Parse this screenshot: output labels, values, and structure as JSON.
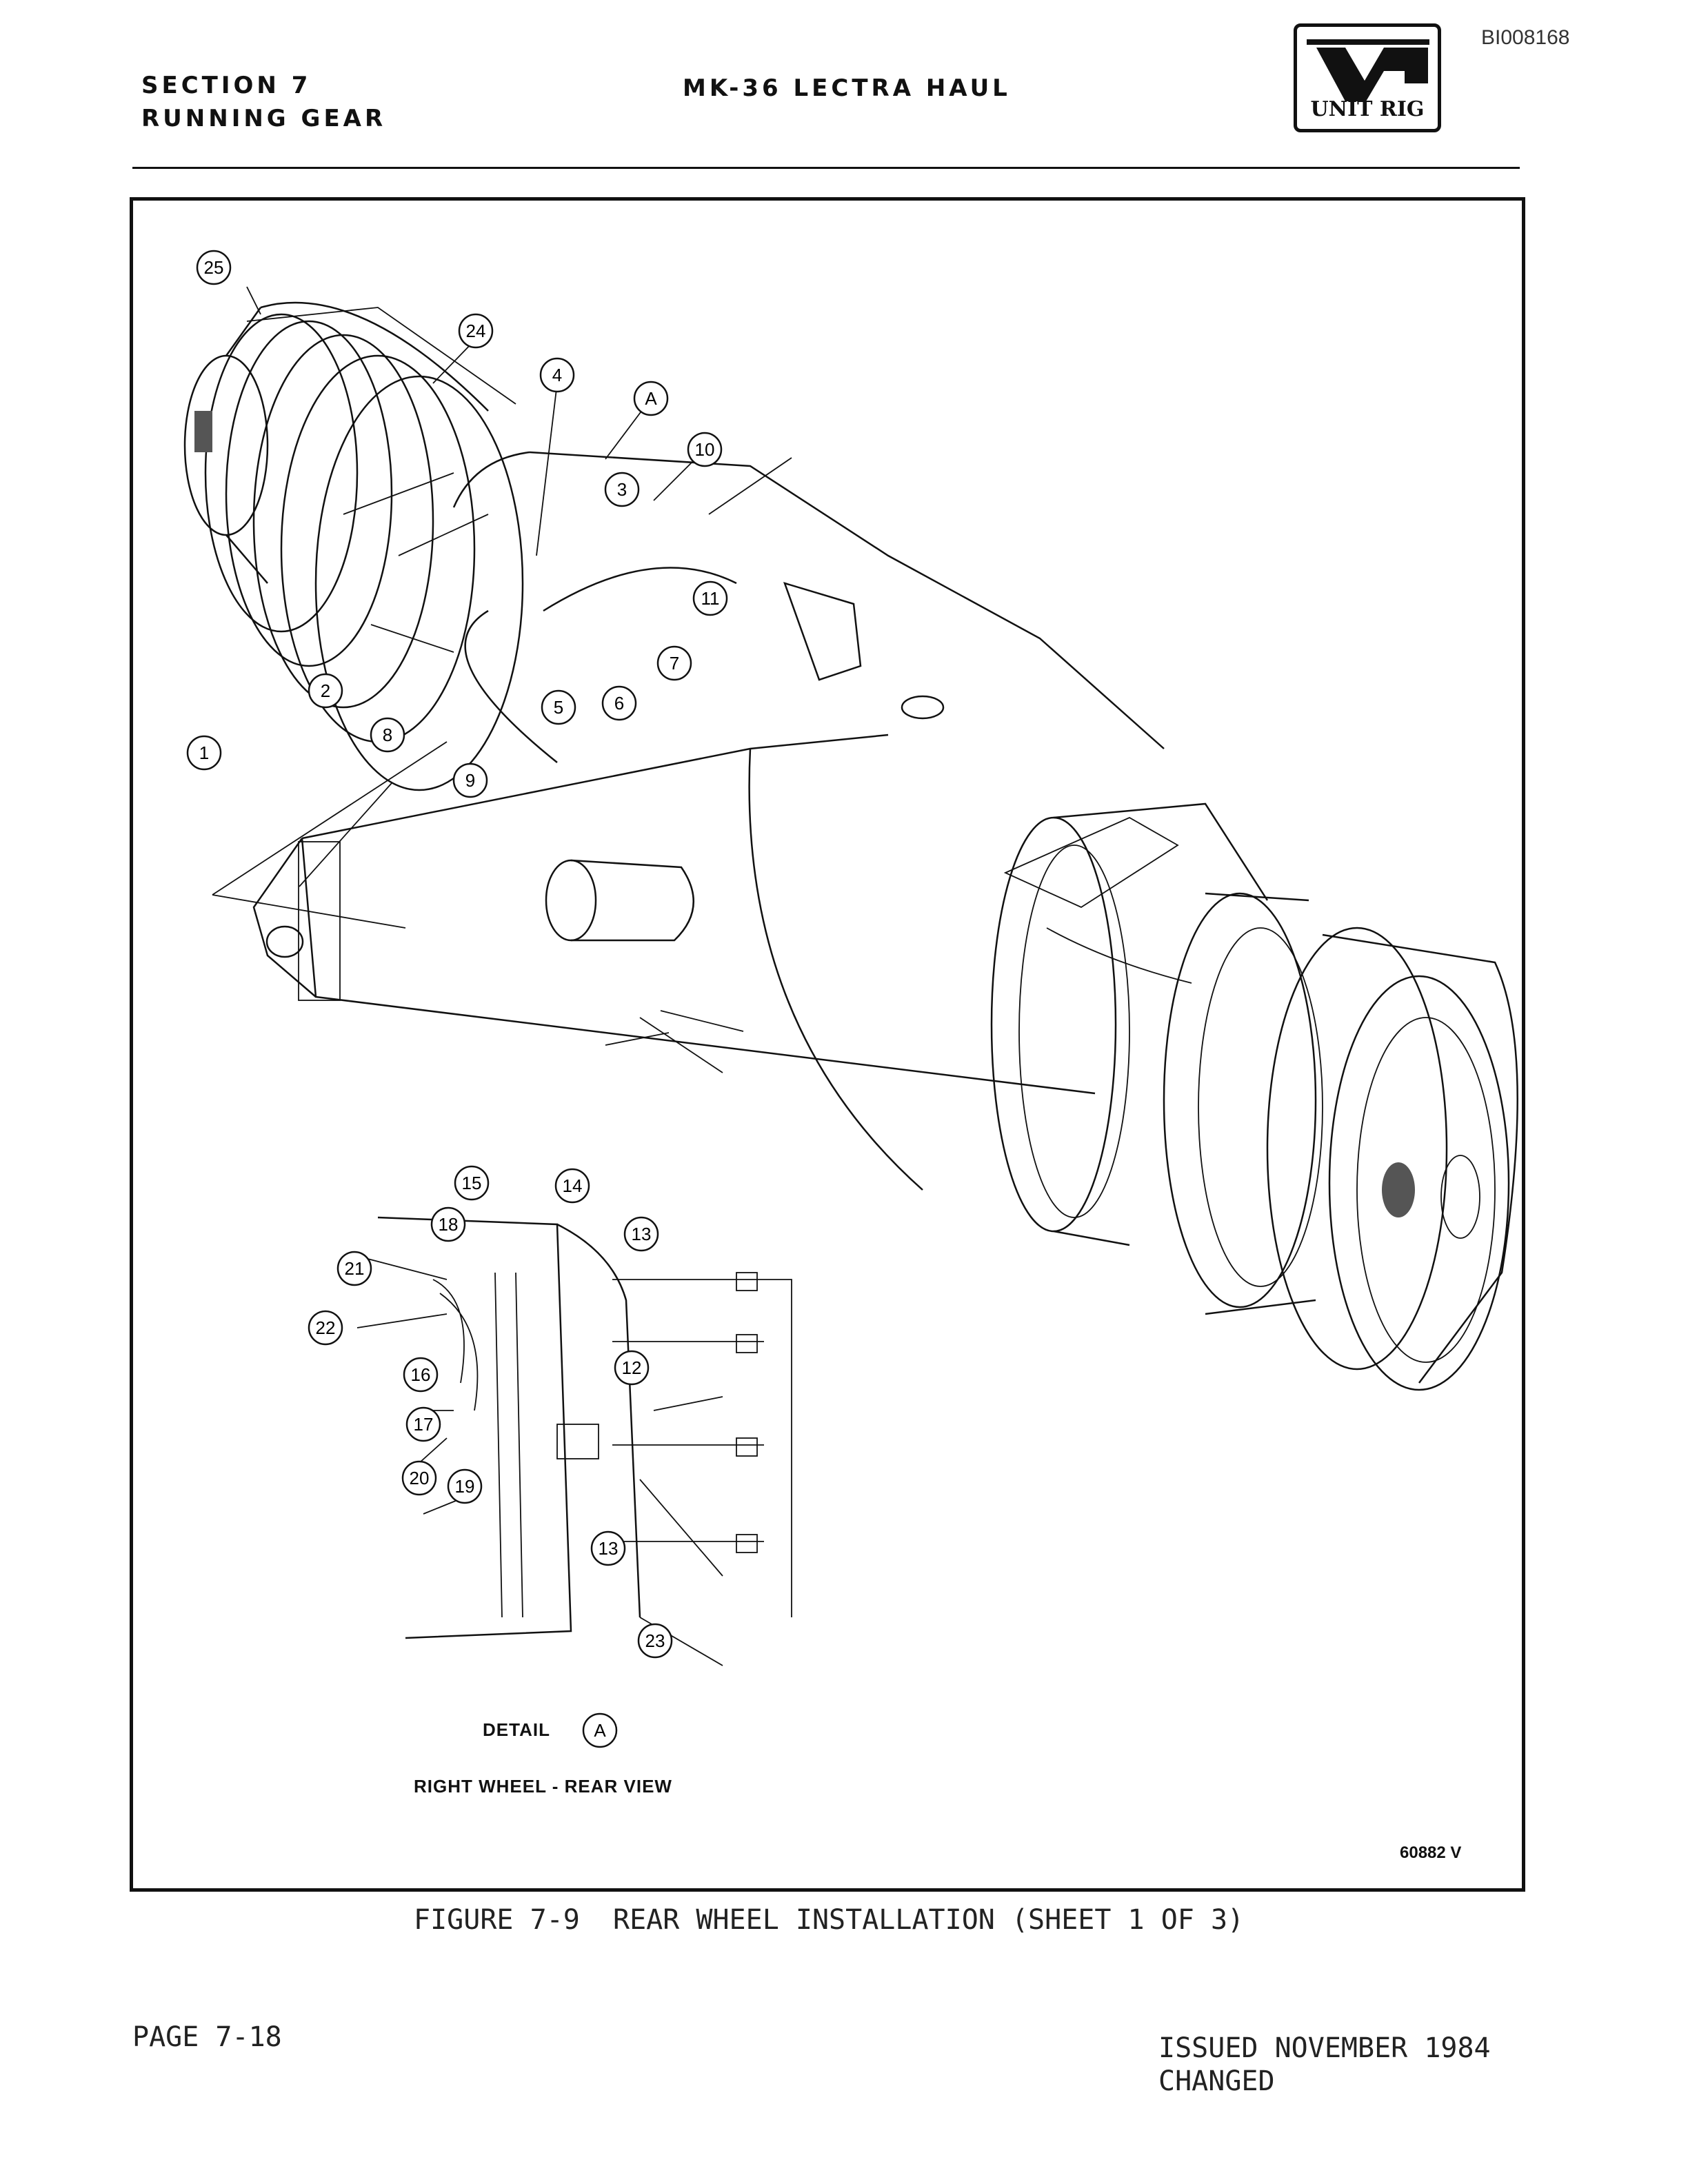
{
  "header": {
    "section": "SECTION 7",
    "subsection": "RUNNING GEAR",
    "product": "MK-36 LECTRA HAUL",
    "doc_id": "BI008168",
    "logo_text": "UNIT RIG"
  },
  "figure": {
    "callouts": [
      "25",
      "24",
      "4",
      "A",
      "10",
      "3",
      "11",
      "7",
      "2",
      "1",
      "8",
      "5",
      "6",
      "9",
      "15",
      "14",
      "18",
      "13",
      "21",
      "22",
      "12",
      "16",
      "17",
      "20",
      "19",
      "13",
      "23"
    ],
    "detail_label": "DETAIL",
    "detail_ref": "A",
    "view_label": "RIGHT WHEEL - REAR VIEW",
    "drawing_number": "60882 V",
    "caption": "FIGURE 7-9  REAR WHEEL INSTALLATION (SHEET 1 OF 3)"
  },
  "footer": {
    "page": "PAGE 7-18",
    "issued": "ISSUED NOVEMBER 1984",
    "changed": "CHANGED"
  }
}
